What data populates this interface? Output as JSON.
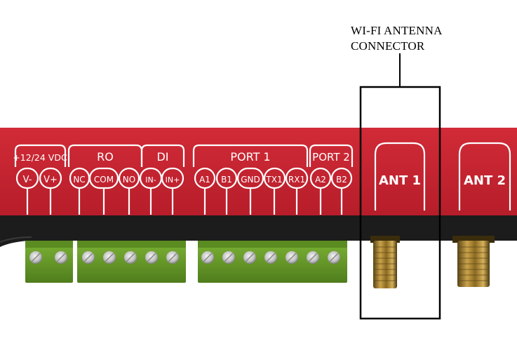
{
  "callout": {
    "line1": "WI-FI ANTENNA",
    "line2": "CONNECTOR"
  },
  "groups": [
    {
      "id": "power",
      "title": "+12/24 VDC",
      "pins": [
        "V-",
        "V+"
      ]
    },
    {
      "id": "ro",
      "title": "RO",
      "pins": [
        "NC",
        "COM",
        "NO"
      ]
    },
    {
      "id": "di",
      "title": "DI",
      "pins": [
        "IN-",
        "IN+"
      ]
    },
    {
      "id": "port1",
      "title": "PORT 1",
      "pins": [
        "A1",
        "B1",
        "GND",
        "TX1",
        "RX1"
      ]
    },
    {
      "id": "port2",
      "title": "PORT 2",
      "pins": [
        "A2",
        "B2"
      ]
    }
  ],
  "antennas": [
    "ANT 1",
    "ANT 2"
  ],
  "colors": {
    "housing_red": "#c4202f",
    "housing_dark": "#1c1c1c",
    "terminal_green": "#6fa329",
    "sma_gold": "#b8913a",
    "callout_line": "#000000"
  }
}
